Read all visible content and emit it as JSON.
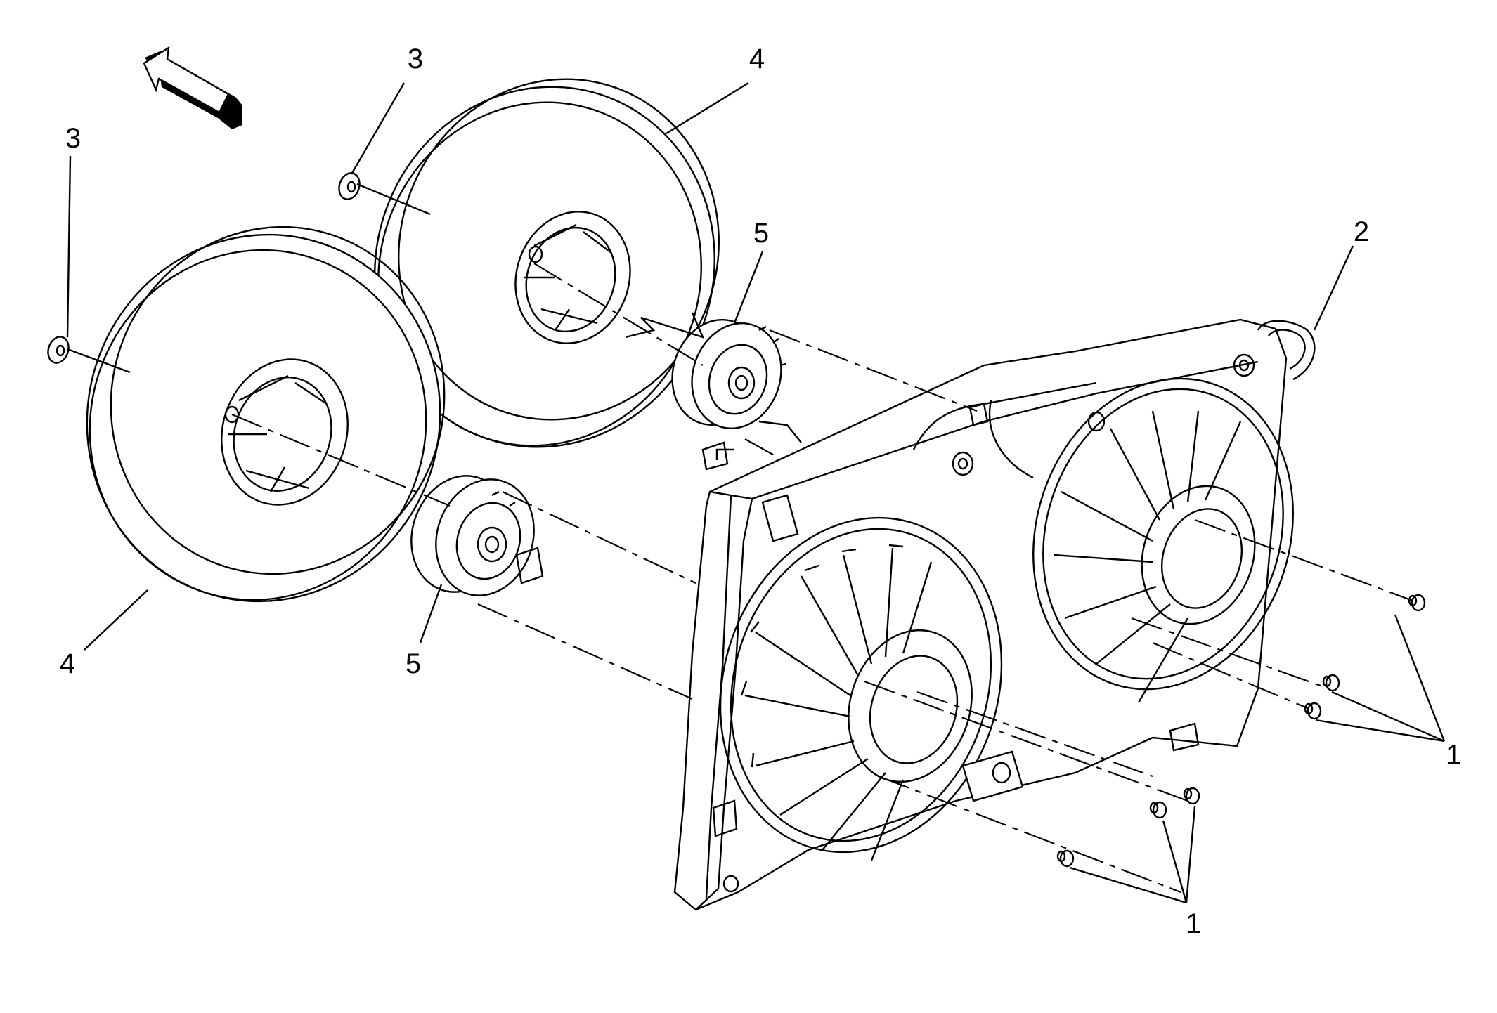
{
  "callouts": {
    "bolts": "1",
    "shroud": "2",
    "retainer": "3",
    "fan_blade": "4",
    "motor": "5"
  },
  "colors": {
    "line": "#000000",
    "background": "#ffffff"
  },
  "icons": {
    "direction_arrow": "arrow-icon"
  }
}
